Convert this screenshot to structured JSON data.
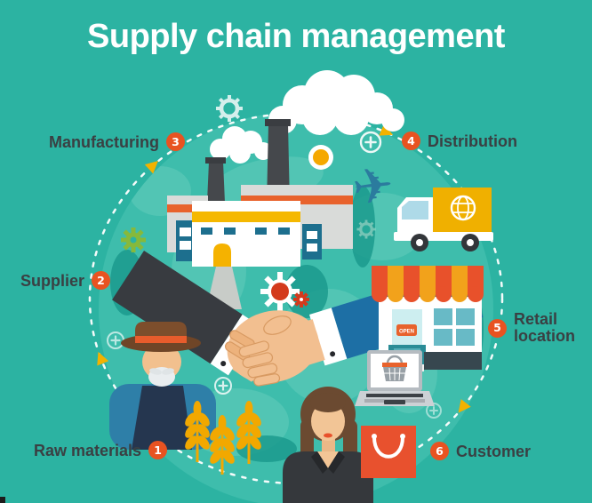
{
  "title": "Supply chain management",
  "steps": [
    {
      "number": "1",
      "label": "Raw materials"
    },
    {
      "number": "2",
      "label": "Supplier"
    },
    {
      "number": "3",
      "label": "Manufacturing"
    },
    {
      "number": "4",
      "label": "Distribution"
    },
    {
      "number": "5",
      "label": "Retail location"
    },
    {
      "number": "6",
      "label": "Customer"
    }
  ],
  "store": {
    "open_sign": "OPEN"
  },
  "colors": {
    "background": "#2cb3a2",
    "globe": "#3ebdac",
    "continent_light": "#52c5b4",
    "continent_dark": "#1b9a8d",
    "title_text": "#ffffff",
    "label_text": "#3a4043",
    "badge": "#e85321",
    "dashed_ring": "#ffffff",
    "arrow": "#f2b200",
    "accent_orange": "#e8622c",
    "accent_yellow": "#f5b800",
    "airplane": "#2b7b9e",
    "truck_box": "#f0b000",
    "suit_dark": "#383b40",
    "sleeve_blue": "#1d6fa5",
    "skin": "#f2bf90",
    "wheat": "#f2a800",
    "bag": "#e8512e"
  },
  "icons": [
    "globe-background",
    "dashed-cycle-ring",
    "cycle-arrow",
    "plus-circle-icon",
    "gear-icon",
    "sun-icon",
    "smoke-clouds",
    "factory-icon",
    "airplane-icon",
    "delivery-truck-icon",
    "truck-globe-icon",
    "handshake-icon",
    "farmer-icon",
    "wheat-icon",
    "storefront-icon",
    "open-sign",
    "laptop-icon",
    "shopping-basket-icon",
    "customer-icon",
    "shopping-bag-icon"
  ]
}
